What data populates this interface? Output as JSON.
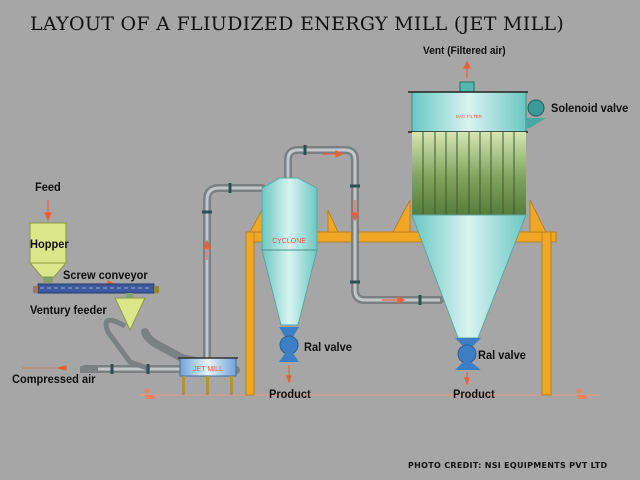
{
  "title": "LAYOUT OF A FLIUDIZED ENERGY MILL (JET MILL)",
  "labels": {
    "vent": "Vent (Filtered air)",
    "solenoid_valve": "Solenoid valve",
    "feed": "Feed",
    "hopper": "Hopper",
    "screw_conveyor": "Screw conveyor",
    "ventury_feeder": "Ventury feeder",
    "compressed_air": "Compressed air",
    "ral_valve_1": "Ral valve",
    "ral_valve_2": "Ral valve",
    "product_1": "Product",
    "product_2": "Product"
  },
  "equipment_labels": {
    "bag_filter": "BAG FILTER",
    "cyclone": "CYCLONE",
    "jet_mill": "JET MILL"
  },
  "credit": "PHOTO CREDIT: NSI EQUIPMENTS PVT LTD",
  "colors": {
    "background": "#a6a6a6",
    "steel_frame": "#f0a726",
    "vessel_cyan": "#8fd8d4",
    "filter_green": "#5f8a44",
    "hopper_yellow": "#d9e68a",
    "valve_blue": "#3d7fc4",
    "pipe_gray": "#8e9396",
    "flow_arrow": "#e8603a"
  }
}
